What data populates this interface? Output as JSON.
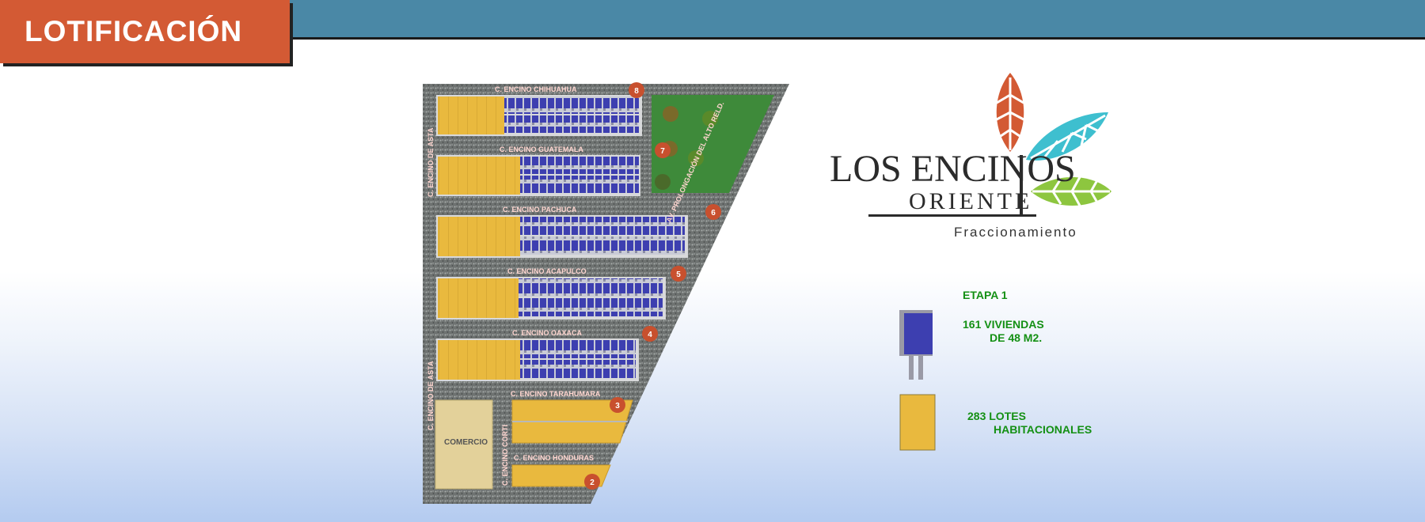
{
  "header": {
    "title": "LOTIFICACIÓN"
  },
  "brand": {
    "name": "LOS ENCINOS",
    "sub": "ORIENTE",
    "tagline": "Fraccionamiento"
  },
  "map": {
    "streets": [
      "C. ENCINO CHIHUAHUA",
      "C. ENCINO GUATEMALA",
      "C. ENCINO PACHUCA",
      "C. ENCINO ACAPULCO",
      "C. ENCINO OAXACA",
      "C. ENCINO TARAHUMARA",
      "C. ENCINO HONDURAS",
      "C. ENCINO DE ASTA",
      "C. ENCINO DE ASTA",
      "C. ENCINO CORTI",
      "AV. PROLONGACIÓN DEL ALTO RELD."
    ],
    "blocks": [
      "8",
      "7",
      "6",
      "5",
      "4",
      "3",
      "2"
    ],
    "commerce_label": "COMERCIO"
  },
  "legend": {
    "stage": "ETAPA 1",
    "housing_line1": "161 VIVIENDAS",
    "housing_line2": "DE 48 M2.",
    "lots_line1": "283 LOTES",
    "lots_line2": "HABITACIONALES"
  },
  "colors": {
    "header_bar": "#4a88a6",
    "title_box": "#d35a34",
    "housing": "#3d3fb0",
    "lots": "#e9b93e",
    "legend_text": "#149014",
    "block_marker": "#c8502e",
    "green_area": "#3e8a3a"
  }
}
